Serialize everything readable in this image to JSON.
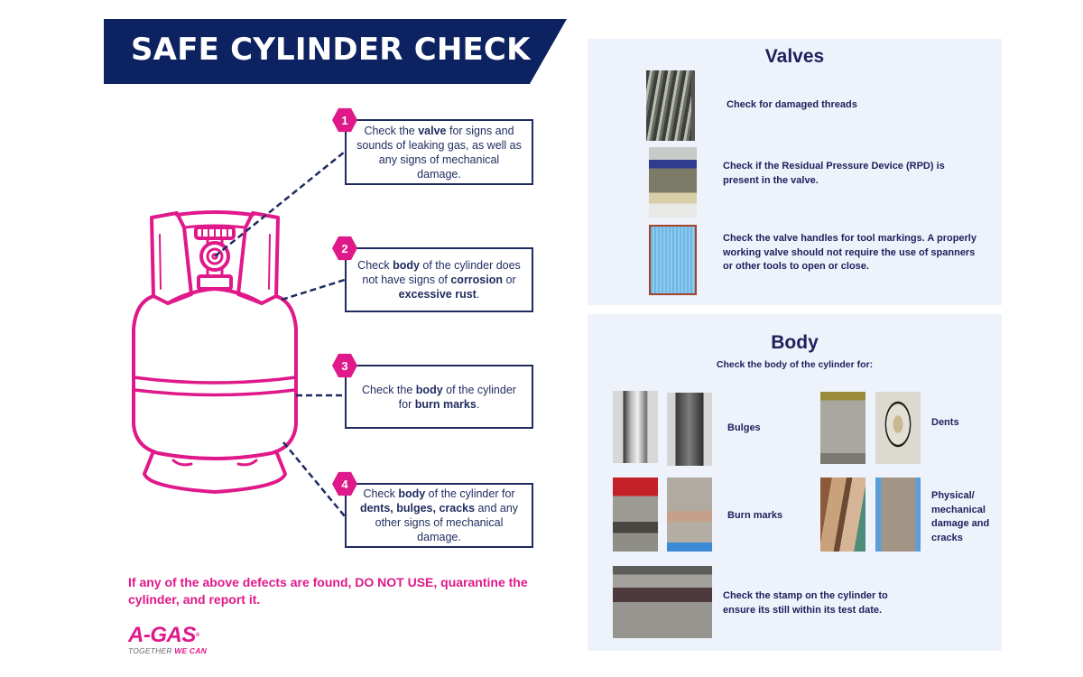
{
  "header": {
    "title": "SAFE CYLINDER CHECK"
  },
  "checks": [
    {
      "number": "1",
      "parts": [
        {
          "text": "Check the ",
          "bold": false
        },
        {
          "text": "valve",
          "bold": true
        },
        {
          "text": " for signs and sounds of leaking gas, as well as any signs of mechanical damage.",
          "bold": false
        }
      ]
    },
    {
      "number": "2",
      "parts": [
        {
          "text": "Check ",
          "bold": false
        },
        {
          "text": "body",
          "bold": true
        },
        {
          "text": " of the cylinder does not have signs of ",
          "bold": false
        },
        {
          "text": "corrosion",
          "bold": true
        },
        {
          "text": " or ",
          "bold": false
        },
        {
          "text": "excessive rust",
          "bold": true
        },
        {
          "text": ".",
          "bold": false
        }
      ]
    },
    {
      "number": "3",
      "parts": [
        {
          "text": "Check the ",
          "bold": false
        },
        {
          "text": "body",
          "bold": true
        },
        {
          "text": " of the cylinder for ",
          "bold": false
        },
        {
          "text": "burn marks",
          "bold": true
        },
        {
          "text": ".",
          "bold": false
        }
      ]
    },
    {
      "number": "4",
      "parts": [
        {
          "text": "Check ",
          "bold": false
        },
        {
          "text": "body",
          "bold": true
        },
        {
          "text": " of the cylinder for ",
          "bold": false
        },
        {
          "text": "dents, bulges, cracks",
          "bold": true
        },
        {
          "text": " and any other signs of mechanical damage.",
          "bold": false
        }
      ]
    }
  ],
  "warning": "If any of the above defects are found, DO NOT USE, quarantine the cylinder, and report it.",
  "logo": {
    "name": "A-GAS",
    "registered": "®",
    "tagline_plain": "TOGETHER ",
    "tagline_bold": "WE CAN"
  },
  "valves": {
    "title": "Valves",
    "items": [
      {
        "text": "Check for damaged threads",
        "photo": "valve-threads-photo"
      },
      {
        "text": "Check if the Residual Pressure Device (RPD) is present in the valve.",
        "photo": "rpd-valve-photo"
      },
      {
        "text": "Check the valve handles for tool markings. A properly working valve should not require the use of spanners or other tools to open or close.",
        "photo": "valve-handle-photo"
      }
    ]
  },
  "body_section": {
    "title": "Body",
    "subtitle": "Check the body of the cylinder for:",
    "items": [
      {
        "label": "Bulges"
      },
      {
        "label": "Dents"
      },
      {
        "label": "Burn marks"
      },
      {
        "label": "Physical/ mechanical damage and cracks"
      },
      {
        "label": "Check the stamp on the cylinder to ensure its still within its test date."
      }
    ]
  },
  "colors": {
    "navy": "#0d2260",
    "magenta": "#e0198a",
    "panel_bg": "#edf2fb",
    "text_dark": "#1f1f5c"
  }
}
